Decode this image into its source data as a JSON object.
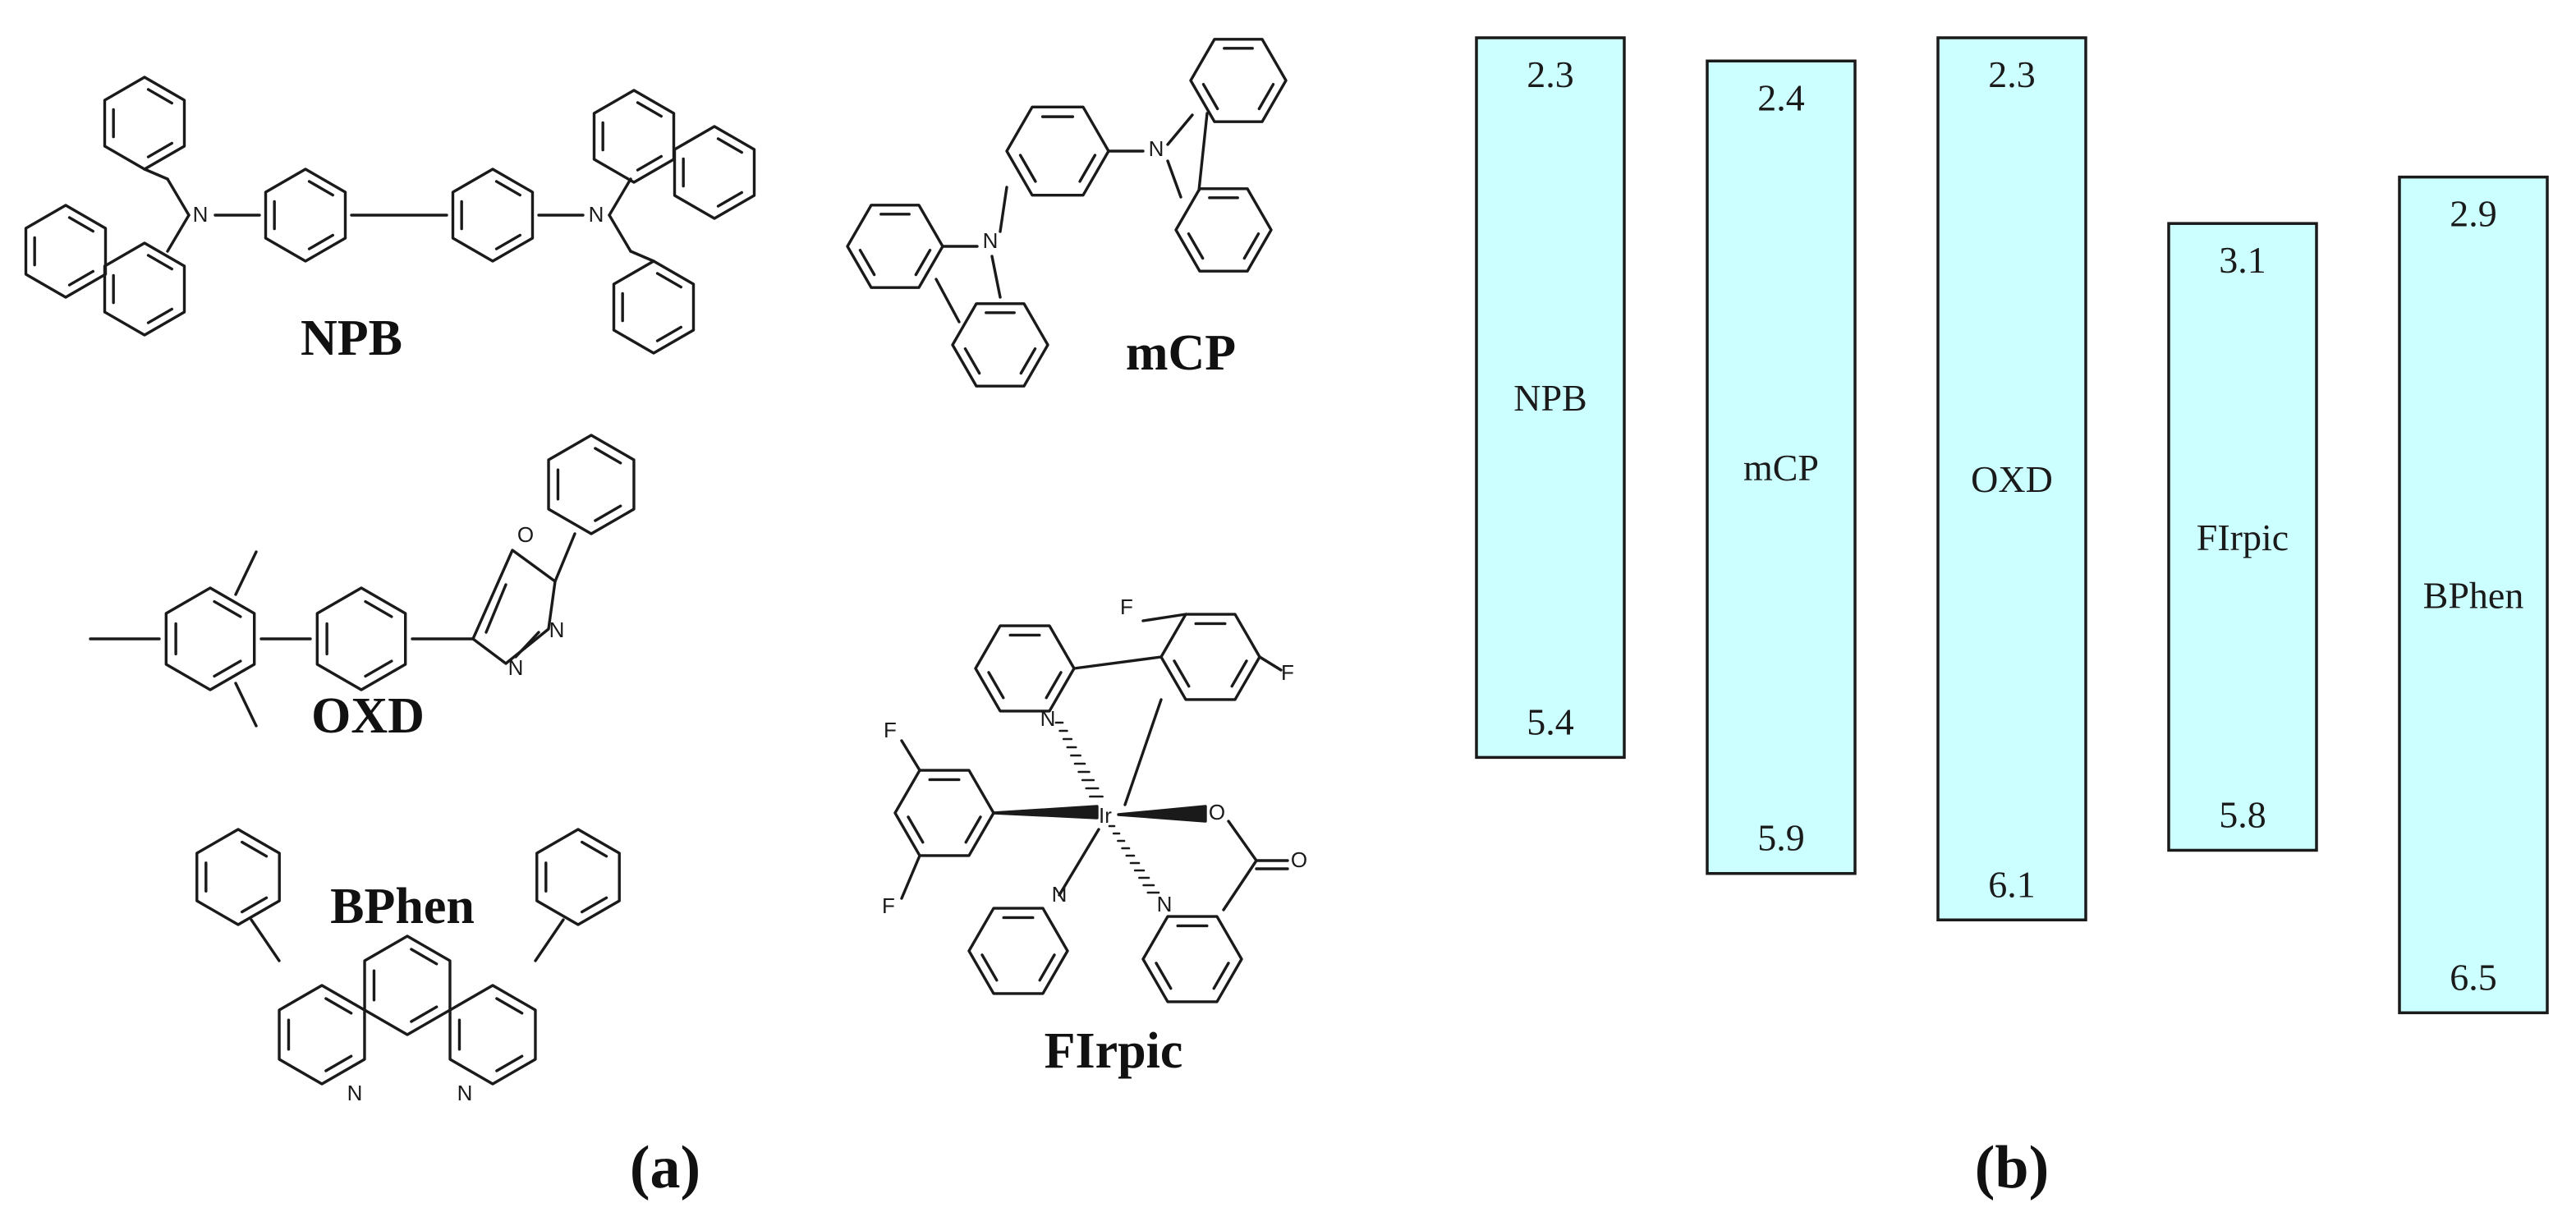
{
  "panel_a": {
    "label": "(a)",
    "molecules": [
      {
        "id": "npb",
        "name": "NPB"
      },
      {
        "id": "mcp",
        "name": "mCP"
      },
      {
        "id": "oxd",
        "name": "OXD"
      },
      {
        "id": "bphen",
        "name": "BPhen"
      },
      {
        "id": "firpic",
        "name": "FIrpic"
      }
    ],
    "atoms": {
      "N": "N",
      "O": "O",
      "F": "F",
      "Ir": "Ir"
    }
  },
  "panel_b": {
    "label": "(b)",
    "box_fill": "#ccffff",
    "levels": [
      {
        "name": "NPB",
        "lumo": 2.3,
        "homo": 5.4,
        "lumo_label": "2.3",
        "homo_label": "5.4"
      },
      {
        "name": "mCP",
        "lumo": 2.4,
        "homo": 5.9,
        "lumo_label": "2.4",
        "homo_label": "5.9"
      },
      {
        "name": "OXD",
        "lumo": 2.3,
        "homo": 6.1,
        "lumo_label": "2.3",
        "homo_label": "6.1"
      },
      {
        "name": "FIrpic",
        "lumo": 3.1,
        "homo": 5.8,
        "lumo_label": "3.1",
        "homo_label": "5.8"
      },
      {
        "name": "BPhen",
        "lumo": 2.9,
        "homo": 6.5,
        "lumo_label": "2.9",
        "homo_label": "6.5"
      }
    ]
  }
}
